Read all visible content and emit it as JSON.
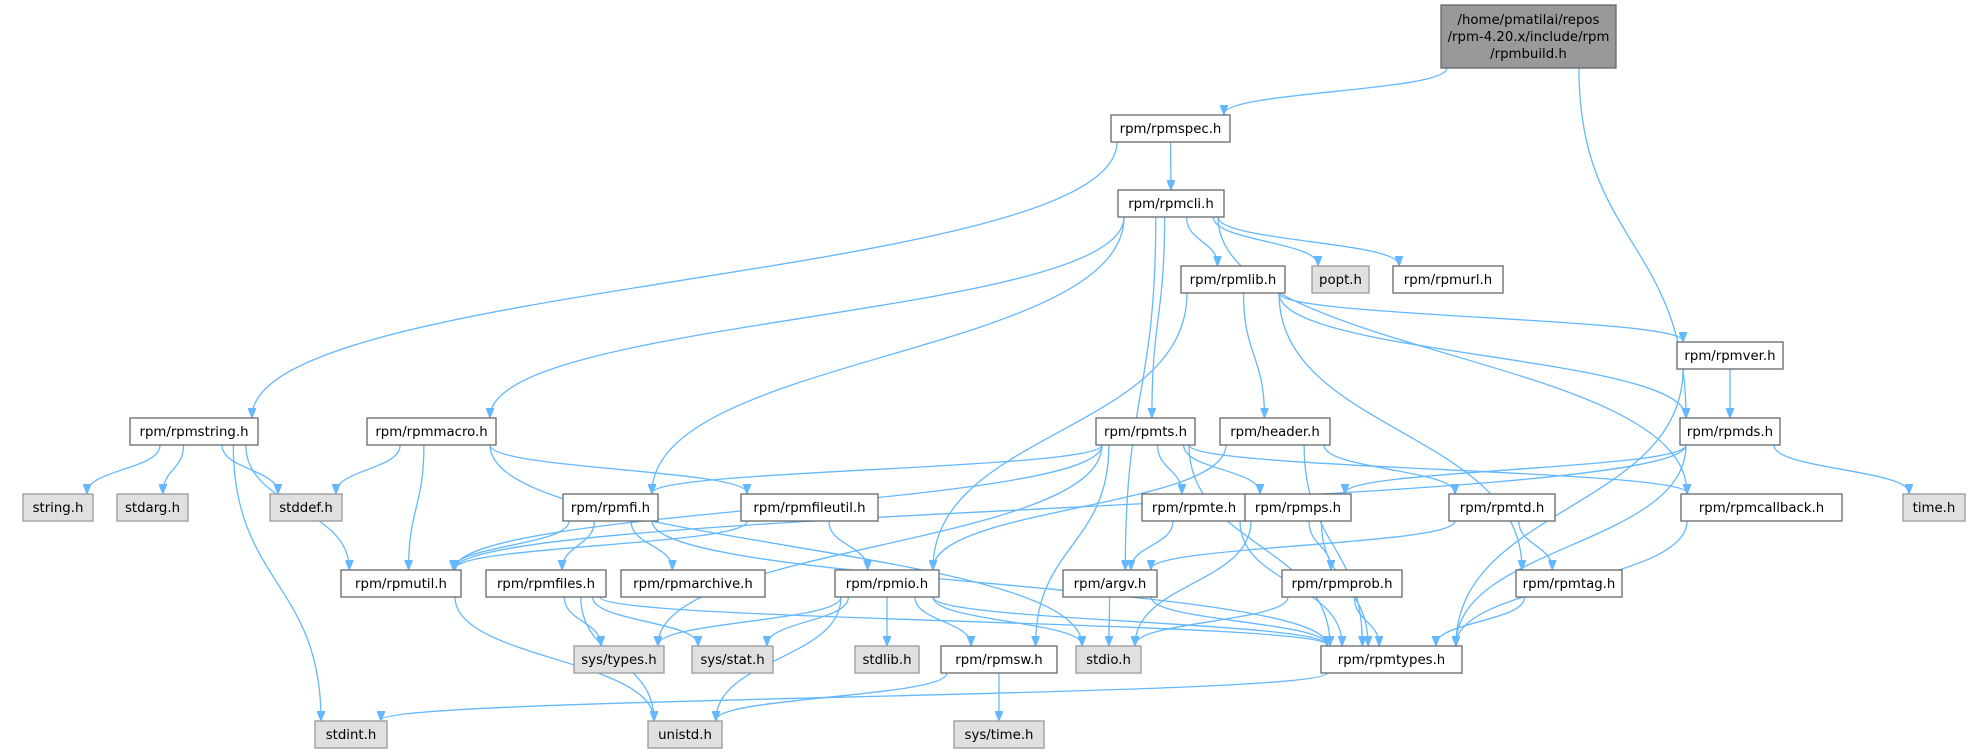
{
  "colors": {
    "edge": "#63b8ff",
    "root_fill": "#999999",
    "root_stroke": "#666666",
    "node_fill": "#ffffff",
    "node_stroke": "#666666",
    "system_fill": "#e0e0e0",
    "system_stroke": "#999999"
  },
  "nodes": [
    {
      "id": "root",
      "lines": [
        "/home/pmatilai/repos",
        "/rpm-4.20.x/include/rpm",
        "/rpmbuild.h"
      ],
      "kind": "root"
    },
    {
      "id": "rpmspec",
      "lines": [
        "rpm/rpmspec.h"
      ],
      "kind": "file"
    },
    {
      "id": "rpmcli",
      "lines": [
        "rpm/rpmcli.h"
      ],
      "kind": "file"
    },
    {
      "id": "rpmlib",
      "lines": [
        "rpm/rpmlib.h"
      ],
      "kind": "file"
    },
    {
      "id": "popt",
      "lines": [
        "popt.h"
      ],
      "kind": "system"
    },
    {
      "id": "rpmurl",
      "lines": [
        "rpm/rpmurl.h"
      ],
      "kind": "file"
    },
    {
      "id": "rpmver",
      "lines": [
        "rpm/rpmver.h"
      ],
      "kind": "file"
    },
    {
      "id": "rpmstring",
      "lines": [
        "rpm/rpmstring.h"
      ],
      "kind": "file"
    },
    {
      "id": "rpmmacro",
      "lines": [
        "rpm/rpmmacro.h"
      ],
      "kind": "file"
    },
    {
      "id": "rpmts",
      "lines": [
        "rpm/rpmts.h"
      ],
      "kind": "file"
    },
    {
      "id": "header",
      "lines": [
        "rpm/header.h"
      ],
      "kind": "file"
    },
    {
      "id": "rpmds",
      "lines": [
        "rpm/rpmds.h"
      ],
      "kind": "file"
    },
    {
      "id": "string",
      "lines": [
        "string.h"
      ],
      "kind": "system"
    },
    {
      "id": "stdarg",
      "lines": [
        "stdarg.h"
      ],
      "kind": "system"
    },
    {
      "id": "stddef",
      "lines": [
        "stddef.h"
      ],
      "kind": "system"
    },
    {
      "id": "rpmfi",
      "lines": [
        "rpm/rpmfi.h"
      ],
      "kind": "file"
    },
    {
      "id": "rpmfileutil",
      "lines": [
        "rpm/rpmfileutil.h"
      ],
      "kind": "file"
    },
    {
      "id": "rpmte",
      "lines": [
        "rpm/rpmte.h"
      ],
      "kind": "file"
    },
    {
      "id": "rpmps",
      "lines": [
        "rpm/rpmps.h"
      ],
      "kind": "file"
    },
    {
      "id": "rpmtd",
      "lines": [
        "rpm/rpmtd.h"
      ],
      "kind": "file"
    },
    {
      "id": "rpmcallback",
      "lines": [
        "rpm/rpmcallback.h"
      ],
      "kind": "file"
    },
    {
      "id": "time",
      "lines": [
        "time.h"
      ],
      "kind": "system"
    },
    {
      "id": "rpmutil",
      "lines": [
        "rpm/rpmutil.h"
      ],
      "kind": "file"
    },
    {
      "id": "rpmfiles",
      "lines": [
        "rpm/rpmfiles.h"
      ],
      "kind": "file"
    },
    {
      "id": "rpmarchive",
      "lines": [
        "rpm/rpmarchive.h"
      ],
      "kind": "file"
    },
    {
      "id": "rpmio",
      "lines": [
        "rpm/rpmio.h"
      ],
      "kind": "file"
    },
    {
      "id": "argv",
      "lines": [
        "rpm/argv.h"
      ],
      "kind": "file"
    },
    {
      "id": "rpmprob",
      "lines": [
        "rpm/rpmprob.h"
      ],
      "kind": "file"
    },
    {
      "id": "rpmtag",
      "lines": [
        "rpm/rpmtag.h"
      ],
      "kind": "file"
    },
    {
      "id": "systypes",
      "lines": [
        "sys/types.h"
      ],
      "kind": "system"
    },
    {
      "id": "sysstat",
      "lines": [
        "sys/stat.h"
      ],
      "kind": "system"
    },
    {
      "id": "stdlib",
      "lines": [
        "stdlib.h"
      ],
      "kind": "system"
    },
    {
      "id": "rpmsw",
      "lines": [
        "rpm/rpmsw.h"
      ],
      "kind": "file"
    },
    {
      "id": "stdio",
      "lines": [
        "stdio.h"
      ],
      "kind": "system"
    },
    {
      "id": "rpmtypes",
      "lines": [
        "rpm/rpmtypes.h"
      ],
      "kind": "file"
    },
    {
      "id": "stdint",
      "lines": [
        "stdint.h"
      ],
      "kind": "system"
    },
    {
      "id": "unistd",
      "lines": [
        "unistd.h"
      ],
      "kind": "system"
    },
    {
      "id": "systime",
      "lines": [
        "sys/time.h"
      ],
      "kind": "system"
    }
  ],
  "edges": [
    [
      "root",
      "rpmspec"
    ],
    [
      "root",
      "rpmds"
    ],
    [
      "rpmspec",
      "rpmcli"
    ],
    [
      "rpmspec",
      "rpmstring"
    ],
    [
      "rpmcli",
      "rpmlib"
    ],
    [
      "rpmcli",
      "popt"
    ],
    [
      "rpmcli",
      "rpmurl"
    ],
    [
      "rpmcli",
      "rpmmacro"
    ],
    [
      "rpmcli",
      "rpmfi"
    ],
    [
      "rpmcli",
      "argv"
    ],
    [
      "rpmcli",
      "rpmts"
    ],
    [
      "rpmcli",
      "rpmcallback"
    ],
    [
      "rpmlib",
      "rpmver"
    ],
    [
      "rpmlib",
      "rpmds"
    ],
    [
      "rpmlib",
      "header"
    ],
    [
      "rpmlib",
      "rpmio"
    ],
    [
      "rpmlib",
      "rpmtag"
    ],
    [
      "rpmver",
      "rpmds"
    ],
    [
      "rpmver",
      "rpmtypes"
    ],
    [
      "rpmstring",
      "string"
    ],
    [
      "rpmstring",
      "stdarg"
    ],
    [
      "rpmstring",
      "stddef"
    ],
    [
      "rpmstring",
      "stdint"
    ],
    [
      "rpmstring",
      "rpmutil"
    ],
    [
      "rpmmacro",
      "stddef"
    ],
    [
      "rpmmacro",
      "rpmutil"
    ],
    [
      "rpmmacro",
      "rpmfileutil"
    ],
    [
      "rpmmacro",
      "stdio"
    ],
    [
      "rpmts",
      "rpmfi"
    ],
    [
      "rpmts",
      "rpmte"
    ],
    [
      "rpmts",
      "rpmps"
    ],
    [
      "rpmts",
      "rpmcallback"
    ],
    [
      "rpmts",
      "rpmsw"
    ],
    [
      "rpmts",
      "rpmtypes"
    ],
    [
      "rpmts",
      "systypes"
    ],
    [
      "rpmts",
      "rpmutil"
    ],
    [
      "header",
      "rpmtd"
    ],
    [
      "header",
      "rpmio"
    ],
    [
      "header",
      "rpmtypes"
    ],
    [
      "rpmds",
      "rpmps"
    ],
    [
      "rpmds",
      "time"
    ],
    [
      "rpmds",
      "rpmtypes"
    ],
    [
      "rpmds",
      "rpmutil"
    ],
    [
      "rpmfi",
      "rpmutil"
    ],
    [
      "rpmfi",
      "rpmfiles"
    ],
    [
      "rpmfi",
      "rpmarchive"
    ],
    [
      "rpmfi",
      "rpmtypes"
    ],
    [
      "rpmfileutil",
      "rpmio"
    ],
    [
      "rpmfileutil",
      "rpmutil"
    ],
    [
      "rpmte",
      "argv"
    ],
    [
      "rpmte",
      "rpmtypes"
    ],
    [
      "rpmps",
      "rpmprob"
    ],
    [
      "rpmps",
      "rpmtypes"
    ],
    [
      "rpmps",
      "stdio"
    ],
    [
      "rpmtd",
      "argv"
    ],
    [
      "rpmtd",
      "rpmtag"
    ],
    [
      "rpmcallback",
      "rpmtypes"
    ],
    [
      "rpmutil",
      "unistd"
    ],
    [
      "rpmfiles",
      "systypes"
    ],
    [
      "rpmfiles",
      "sysstat"
    ],
    [
      "rpmfiles",
      "unistd"
    ],
    [
      "rpmfiles",
      "rpmtypes"
    ],
    [
      "rpmio",
      "systypes"
    ],
    [
      "rpmio",
      "sysstat"
    ],
    [
      "rpmio",
      "stdlib"
    ],
    [
      "rpmio",
      "rpmsw"
    ],
    [
      "rpmio",
      "stdio"
    ],
    [
      "rpmio",
      "unistd"
    ],
    [
      "rpmio",
      "rpmtypes"
    ],
    [
      "argv",
      "stdio"
    ],
    [
      "argv",
      "rpmtypes"
    ],
    [
      "rpmprob",
      "stdio"
    ],
    [
      "rpmprob",
      "rpmtypes"
    ],
    [
      "rpmtag",
      "rpmtypes"
    ],
    [
      "rpmsw",
      "systime"
    ],
    [
      "rpmsw",
      "unistd"
    ],
    [
      "rpmtypes",
      "stdint"
    ]
  ]
}
